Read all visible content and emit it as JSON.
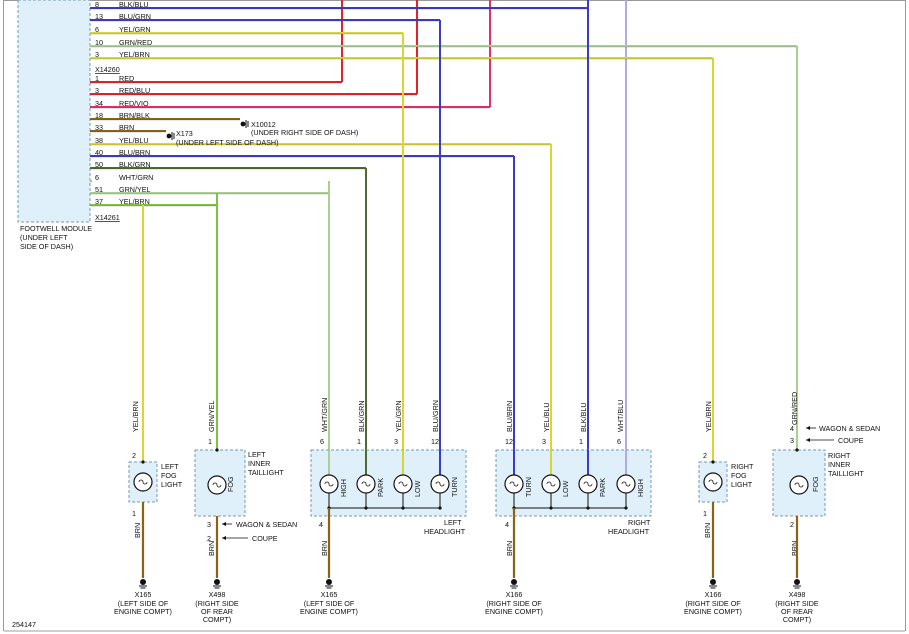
{
  "diagram_number": "254147",
  "module": {
    "name_lines": [
      "FOOTWELL MODULE",
      "(UNDER LEFT",
      "SIDE OF DASH)"
    ],
    "connector_top": "X14260",
    "connector_bottom": "X14261"
  },
  "module_wires": [
    {
      "pin": "8",
      "color": "BLK/BLU"
    },
    {
      "pin": "13",
      "color": "BLU/GRN"
    },
    {
      "pin": "6",
      "color": "YEL/GRN"
    },
    {
      "pin": "10",
      "color": "GRN/RED"
    },
    {
      "pin": "3",
      "color": "YEL/BRN"
    },
    {
      "pin": "1",
      "color": "RED"
    },
    {
      "pin": "3",
      "color": "RED/BLU"
    },
    {
      "pin": "34",
      "color": "RED/VIO"
    },
    {
      "pin": "18",
      "color": "BRN/BLK"
    },
    {
      "pin": "33",
      "color": "BRN"
    },
    {
      "pin": "38",
      "color": "YEL/BLU"
    },
    {
      "pin": "40",
      "color": "BLU/BRN"
    },
    {
      "pin": "50",
      "color": "BLK/GRN"
    },
    {
      "pin": "6",
      "color": "WHT/GRN"
    },
    {
      "pin": "51",
      "color": "GRN/YEL"
    },
    {
      "pin": "37",
      "color": "YEL/BRN"
    }
  ],
  "module_grounds": [
    {
      "id": "X10012",
      "location": "(UNDER RIGHT SIDE OF DASH)"
    },
    {
      "id": "X173",
      "location": "(UNDER LEFT SIDE OF DASH)"
    }
  ],
  "vertical_wire_labels": [
    "YEL/BRN",
    "GRN/YEL",
    "WHT/GRN",
    "BLK/GRN",
    "YEL/GRN",
    "BLU/GRN",
    "BLU/BRN",
    "YEL/BLU",
    "BLK/BLU",
    "WHT/BLU",
    "YEL/BRN",
    "GRN/RED"
  ],
  "components": {
    "left_fog": {
      "name_lines": [
        "LEFT",
        "FOG",
        "LIGHT"
      ],
      "pin_top": "2",
      "pin_bottom": "1"
    },
    "left_inner_tail": {
      "name_lines": [
        "LEFT",
        "INNER",
        "TAILLIGHT"
      ],
      "pin_top": "1",
      "pin_wagon": "3",
      "pin_coupe": "2",
      "bulb_label": "FOG"
    },
    "left_headlight": {
      "name_lines": [
        "LEFT",
        "HEADLIGHT"
      ],
      "pins": [
        "6",
        "1",
        "3",
        "12"
      ],
      "bulbs": [
        "HIGH",
        "PARK",
        "LOW",
        "TURN"
      ],
      "pin_bottom": "4"
    },
    "right_headlight": {
      "name_lines": [
        "RIGHT",
        "HEADLIGHT"
      ],
      "pins": [
        "12",
        "3",
        "1",
        "6"
      ],
      "bulbs": [
        "TURN",
        "LOW",
        "PARK",
        "HIGH"
      ],
      "pin_bottom": "4"
    },
    "right_fog": {
      "name_lines": [
        "RIGHT",
        "FOG",
        "LIGHT"
      ],
      "pin_top": "2",
      "pin_bottom": "1"
    },
    "right_inner_tail": {
      "name_lines": [
        "RIGHT",
        "INNER",
        "TAILLIGHT"
      ],
      "pin_wagon": "4",
      "pin_coupe": "3",
      "pin_bottom": "2",
      "bulb_label": "FOG"
    }
  },
  "variant_labels": {
    "wagon": "WAGON & SEDAN",
    "coupe": "COUPE"
  },
  "bottom_wire_label": "BRN",
  "grounds": [
    {
      "id": "X165",
      "lines": [
        "(LEFT SIDE OF",
        "ENGINE COMPT)"
      ]
    },
    {
      "id": "X498",
      "lines": [
        "(RIGHT SIDE",
        "OF REAR",
        "COMPT)"
      ]
    },
    {
      "id": "X165",
      "lines": [
        "(LEFT SIDE OF",
        "ENGINE COMPT)"
      ]
    },
    {
      "id": "X166",
      "lines": [
        "(RIGHT SIDE OF",
        "ENGINE COMPT)"
      ]
    },
    {
      "id": "X166",
      "lines": [
        "(RIGHT SIDE OF",
        "ENGINE COMPT)"
      ]
    },
    {
      "id": "X498",
      "lines": [
        "(RIGHT SIDE",
        "OF REAR",
        "COMPT)"
      ]
    }
  ],
  "colors": {
    "red": "#e8202a",
    "red_vio": "#e0306e",
    "blue": "#3a3acb",
    "yellow": "#d7d732",
    "green": "#7ec241",
    "light_green": "#a9d08e",
    "dark_green": "#4d6b2f",
    "brown": "#8a6414",
    "violet": "#b6a8e0",
    "box_fill": "#dff0fb"
  }
}
